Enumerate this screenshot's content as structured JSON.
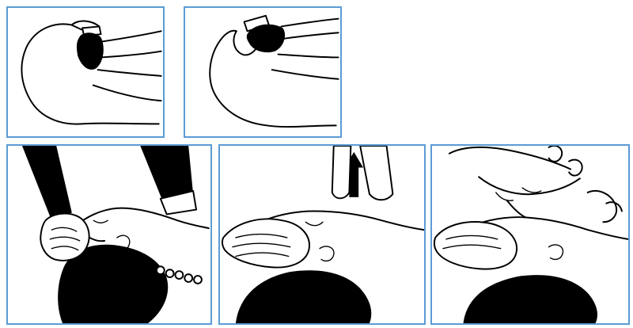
{
  "figure": {
    "border_color": "#5b9bd5",
    "ink_color": "#000000",
    "panels": [
      {
        "name": "panel-airway-blocked"
      },
      {
        "name": "panel-airway-open"
      },
      {
        "name": "panel-head-tilt"
      },
      {
        "name": "panel-chin-lift"
      },
      {
        "name": "panel-rescue-breath"
      }
    ]
  }
}
